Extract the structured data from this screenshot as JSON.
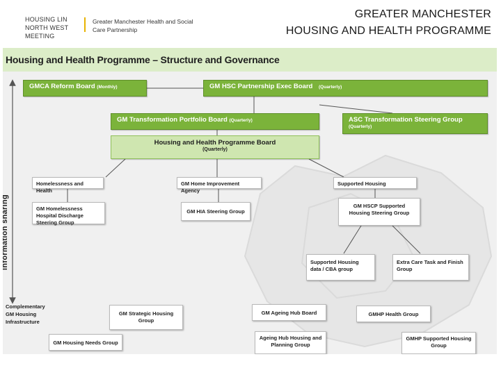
{
  "header": {
    "left_text": "HOUSING LIN NORTH WEST MEETING",
    "mid_text": "Greater Manchester Health and Social Care Partnership",
    "right_line1": "GREATER MANCHESTER",
    "right_line2": "HOUSING AND HEALTH PROGRAMME"
  },
  "diagram": {
    "title": "Housing and Health Programme – Structure and Governance",
    "side_label": "information sharing",
    "boxes": {
      "gmca": {
        "label": "GMCA Reform Board",
        "note": "(Monthly)"
      },
      "gmhsc_exec": {
        "label": "GM HSC Partnership Exec Board",
        "note": "(Quarterly)"
      },
      "transformation_portfolio": {
        "label": "GM Transformation Portfolio Board",
        "note": "(Quarterly)"
      },
      "asc_transformation": {
        "label": "ASC Transformation Steering Group",
        "note": "(Quarterly)"
      },
      "programme_board": {
        "label": "Housing and Health Programme Board",
        "note": "(Quarterly)"
      },
      "homelessness_health": "Homelessness and Health",
      "home_improvement": "GM Home Improvement Agency",
      "supported_housing": "Supported Housing",
      "hospital_discharge": "GM Homelessness Hospital Discharge Steering Group",
      "hia_steering": "GM HIA Steering Group",
      "hscp_supported": "GM HSCP Supported Housing Steering Group",
      "supported_data": "Supported Housing data / CBA group",
      "extra_care": "Extra Care Task and Finish Group",
      "complementary": "Complementary GM Housing Infrastructure",
      "strategic_housing": "GM Strategic Housing Group",
      "housing_needs": "GM Housing Needs Group",
      "ageing_hub": "GM Ageing Hub Board",
      "ageing_hub_housing": "Ageing Hub Housing and Planning Group",
      "gmhp_health": "GMHP Health Group",
      "gmhp_supported": "GMHP Supported Housing Group"
    }
  },
  "colors": {
    "dark_green": "#7bb33a",
    "light_green": "#cfe6b0",
    "banner": "#dcedc8",
    "connector": "#555555",
    "accent_divider": "#e8b300"
  }
}
